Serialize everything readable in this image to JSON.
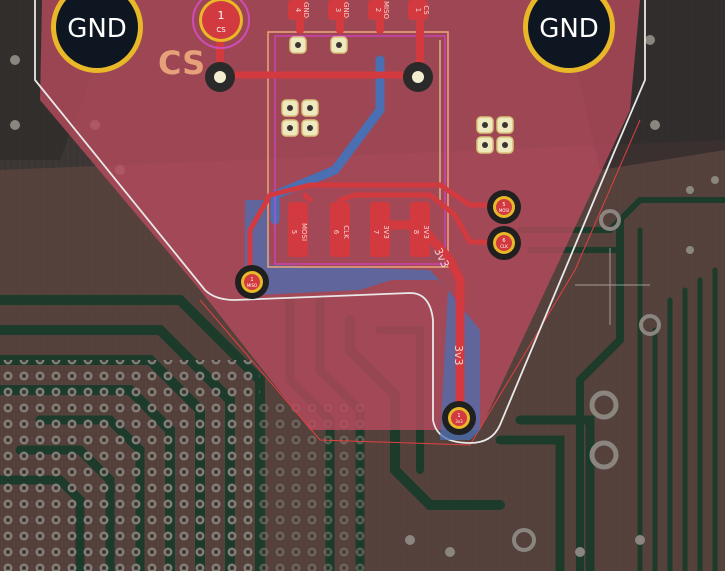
{
  "board": {
    "mount_left_label": "GND",
    "mount_right_label": "GND",
    "net_label_cs": "CS",
    "pad_cs_number": "1",
    "pad_cs_name": "CS",
    "pins": [
      {
        "number": "4",
        "name": "GND"
      },
      {
        "number": "3",
        "name": "GND"
      },
      {
        "number": "2",
        "name": "MISO"
      },
      {
        "number": "1",
        "name": "CS"
      },
      {
        "number": "5",
        "name": "MOSI"
      },
      {
        "number": "6",
        "name": "CLK"
      },
      {
        "number": "7",
        "name": "3V3"
      },
      {
        "number": "8",
        "name": "3V3"
      }
    ],
    "net_label_3v3_a": "3v3",
    "net_label_3v3_b": "3v3",
    "via_mosi": {
      "number": "5",
      "name": "MOSI"
    },
    "via_clk": {
      "number": "6",
      "name": "CLK"
    },
    "via_miso": {
      "number": "1",
      "name": "MISO"
    },
    "via_3v3": {
      "number": "1",
      "name": "3v3"
    }
  },
  "colors": {
    "copper_top": "#d23a3f",
    "copper_bottom": "#4a6fb3",
    "inner_copper": "#1d3b2a",
    "pad_ring": "#e0b020",
    "keepout_zone": "#b84a5e",
    "edge_cuts": "#e8e8e8"
  }
}
